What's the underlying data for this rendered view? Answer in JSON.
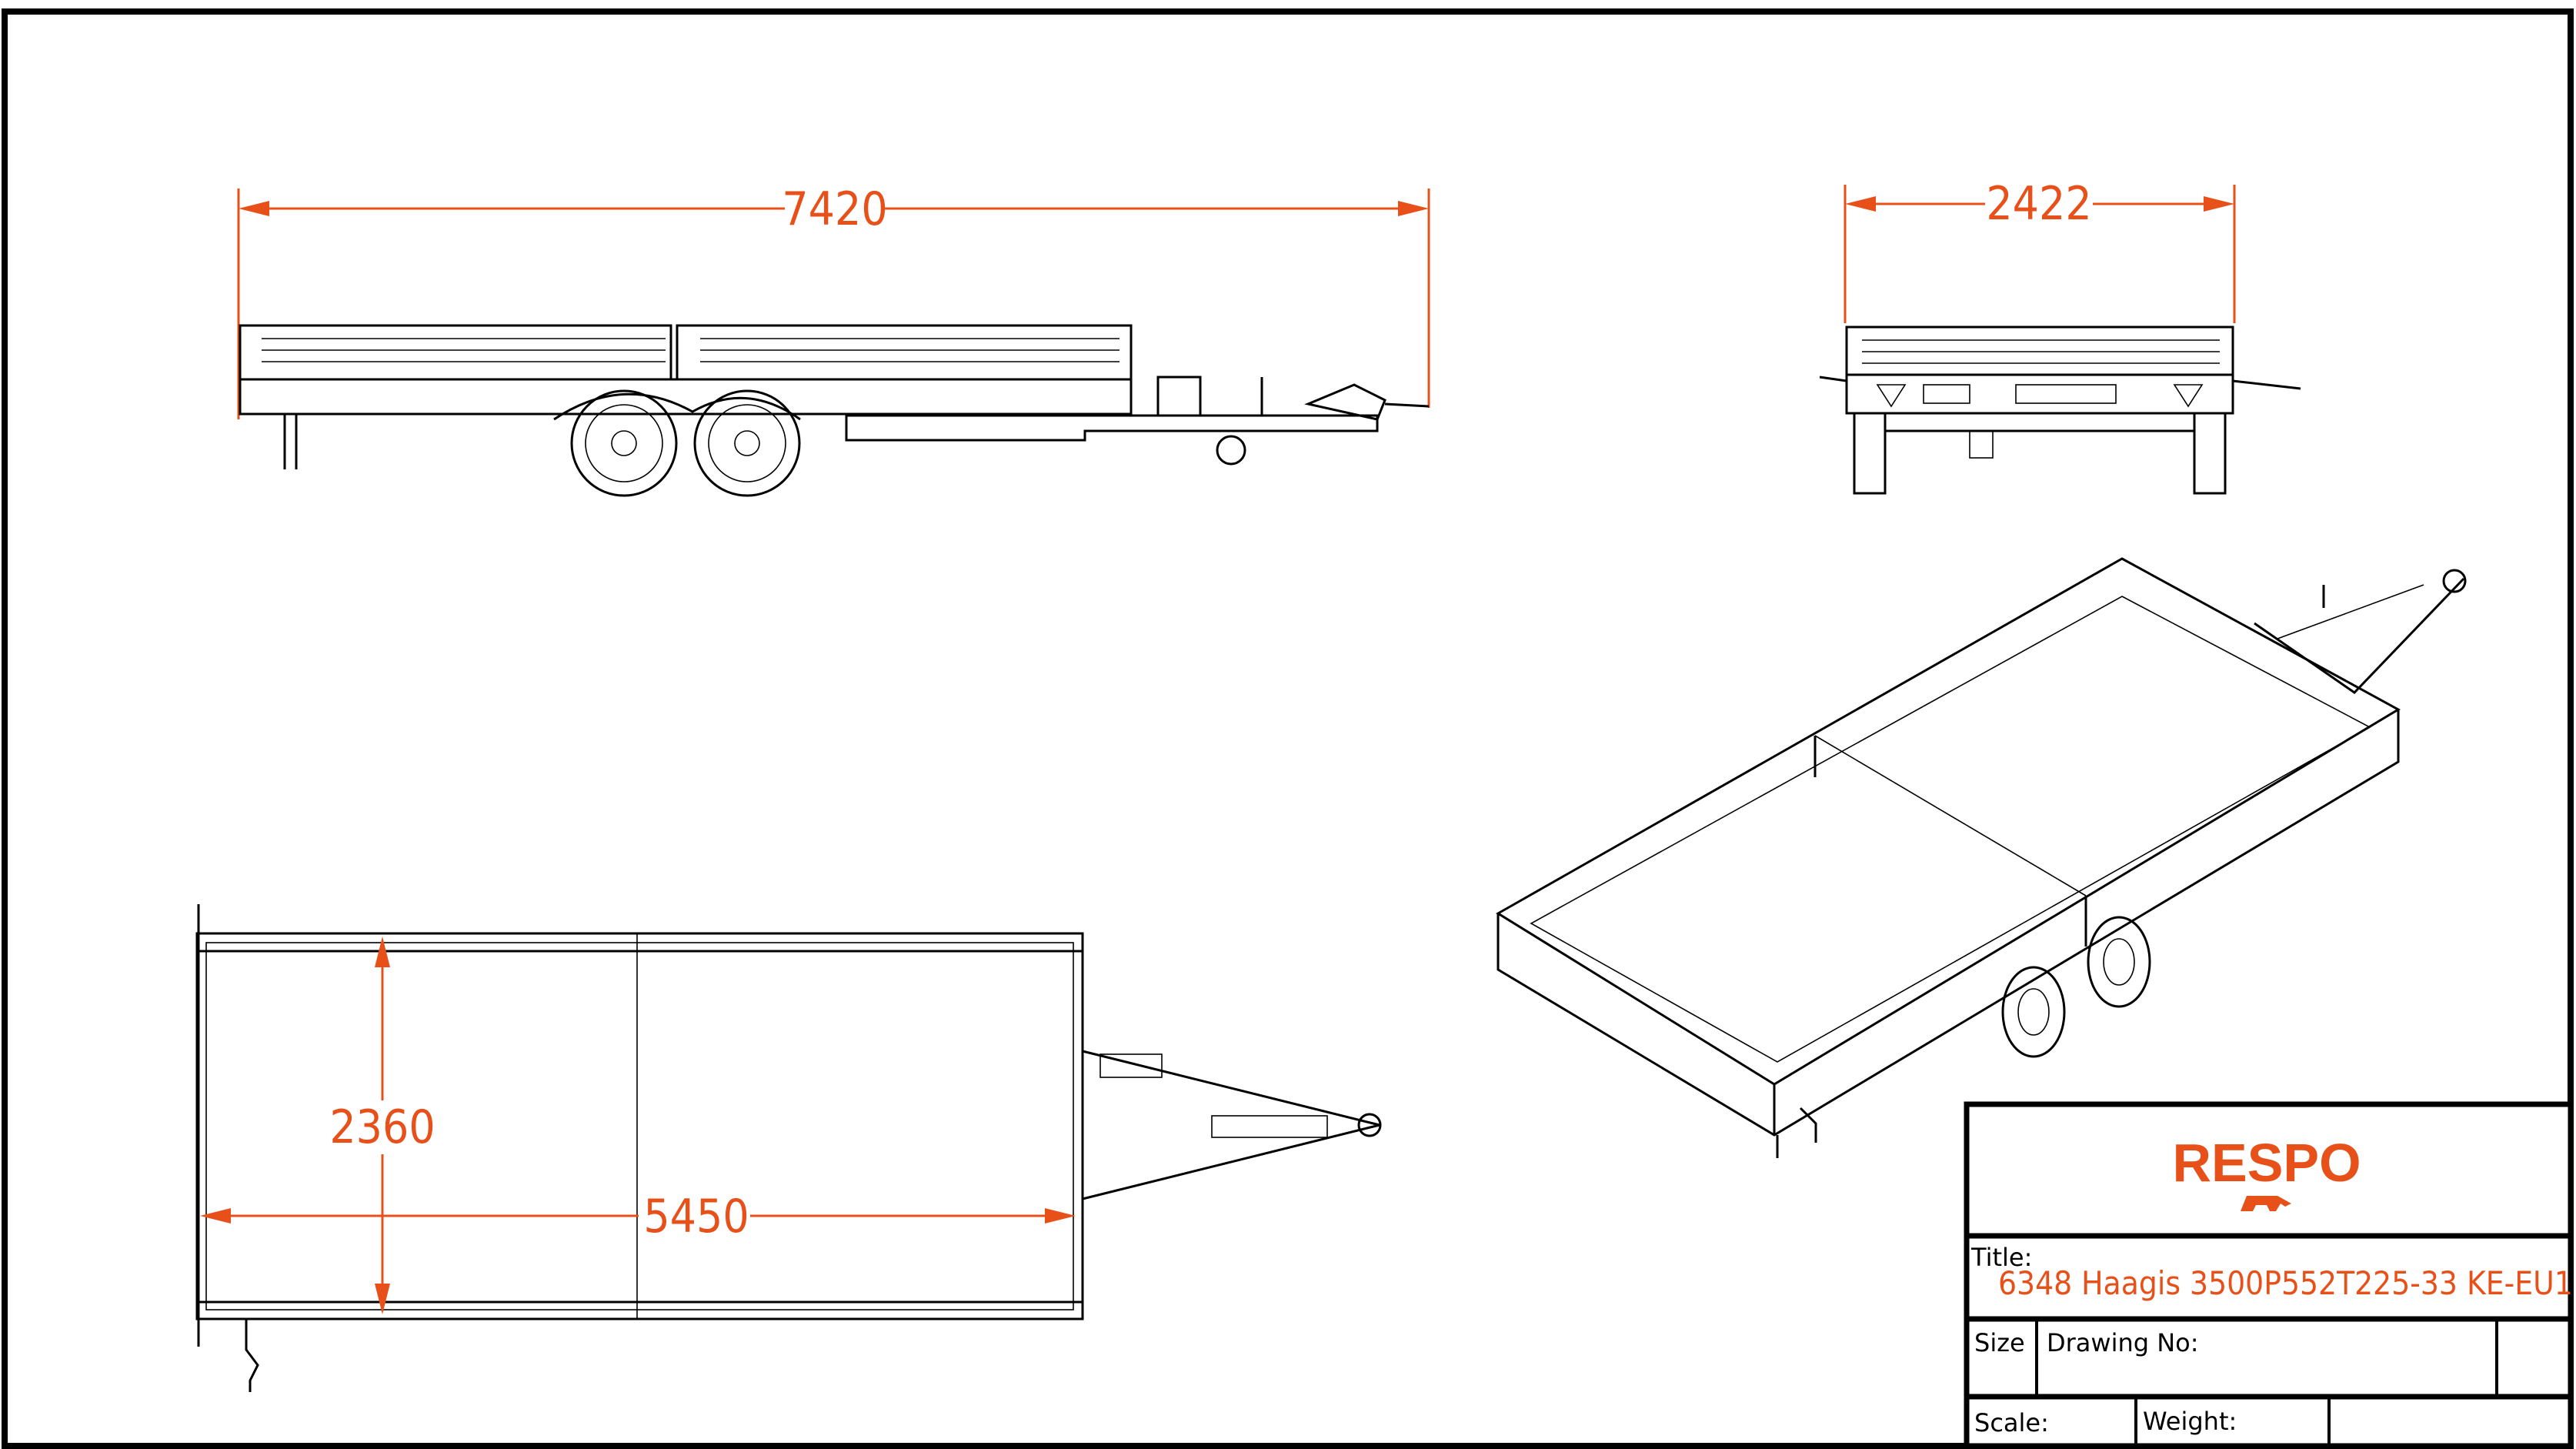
{
  "drawing": {
    "dimensions": {
      "overall_length": "7420",
      "overall_width": "2422",
      "inner_width": "2360",
      "inner_length": "5450"
    },
    "views": [
      "side-view",
      "rear-view",
      "top-view",
      "isometric-view"
    ]
  },
  "title_block": {
    "logo_text": "RESPO",
    "title_label": "Title:",
    "title_value": "6348 Haagis 3500P552T225-33 KE-EU1",
    "size_label": "Size",
    "drawing_no_label": "Drawing No:",
    "scale_label": "Scale:",
    "weight_label": "Weight:"
  },
  "colors": {
    "accent": "#e8501a",
    "line": "#000000"
  }
}
